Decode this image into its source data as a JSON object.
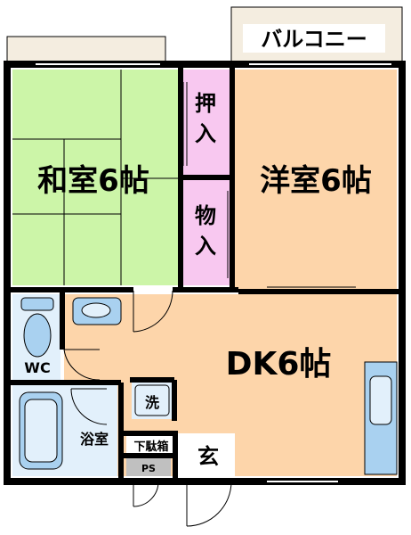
{
  "rooms": {
    "balcony": "バルコニー",
    "washitsu": "和室6帖",
    "oshiire_top": "押入",
    "monoire_bottom": "物入",
    "yoshitsu": "洋室6帖",
    "wc": "WC",
    "dk": "DK6帖",
    "bath": "浴室",
    "laundry": "洗",
    "shoe_box": "下駄箱",
    "entrance": "玄",
    "ps": "PS"
  },
  "colors": {
    "wall": "#000000",
    "tatami": "#ccf5a8",
    "wood_floor": "#fdd5aa",
    "closet": "#f8c8f0",
    "wet_area": "#e2f0fb",
    "balcony": "#f4ede0",
    "fixture": "#a9d1f0",
    "gray": "#c0c0c0"
  }
}
